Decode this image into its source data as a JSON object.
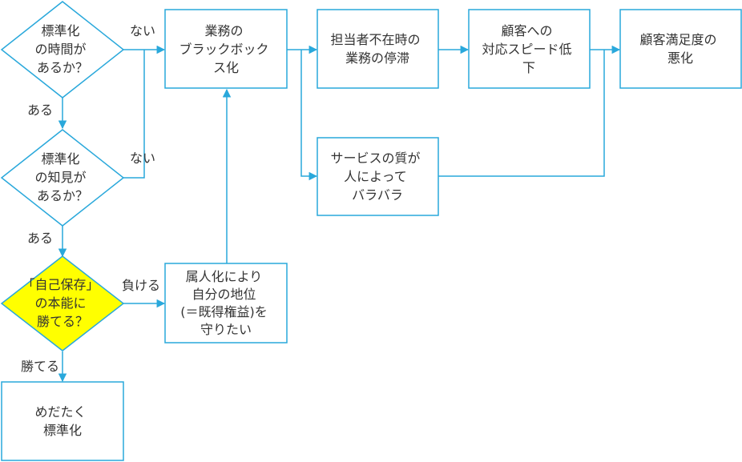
{
  "colors": {
    "stroke": "#29a8db",
    "box_fill": "#ffffff",
    "highlight_fill": "#ffff00",
    "text": "#333333"
  },
  "nodes": {
    "decision_time": [
      "標準化",
      "の時間が",
      "あるか？"
    ],
    "decision_knowledge": [
      "標準化",
      "の知見が",
      "あるか？"
    ],
    "decision_instinct": [
      "「自己保存」",
      "の本能に",
      "勝てる？"
    ],
    "blackbox": [
      "業務の",
      "ブラックボック",
      "ス化"
    ],
    "stagnation": [
      "担当者不在時の",
      "業務の停滞"
    ],
    "speed_drop": [
      "顧客への",
      "対応スピード低",
      "下"
    ],
    "satisfaction": [
      "顧客満足度の",
      "悪化"
    ],
    "quality": [
      "サービスの質が",
      "人によって",
      "バラバラ"
    ],
    "vested": [
      "属人化により",
      "自分の地位",
      "(＝既得権益)を",
      "守りたい"
    ],
    "standardize": [
      "めだたく",
      "標準化"
    ]
  },
  "edge_labels": {
    "time_no": "ない",
    "time_yes": "ある",
    "knowledge_no": "ない",
    "knowledge_yes": "ある",
    "instinct_lose": "負ける",
    "instinct_win": "勝てる"
  }
}
